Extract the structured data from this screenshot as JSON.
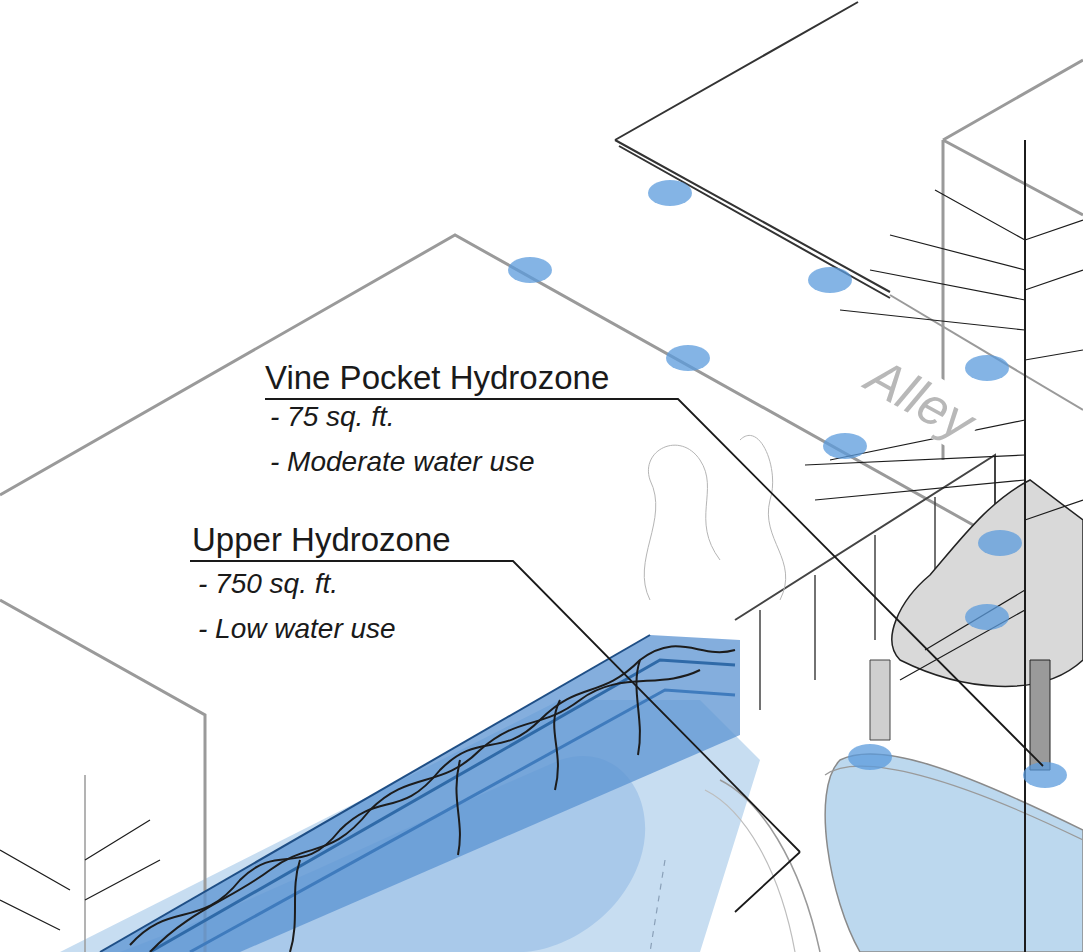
{
  "diagram": {
    "labels": [
      "Vine Pocket Hydrozone",
      "- 75 sq. ft.",
      "- Moderate water use",
      "Upper Hydrozone",
      "- 750 sq. ft.",
      "- Low water use",
      "Alley"
    ]
  }
}
